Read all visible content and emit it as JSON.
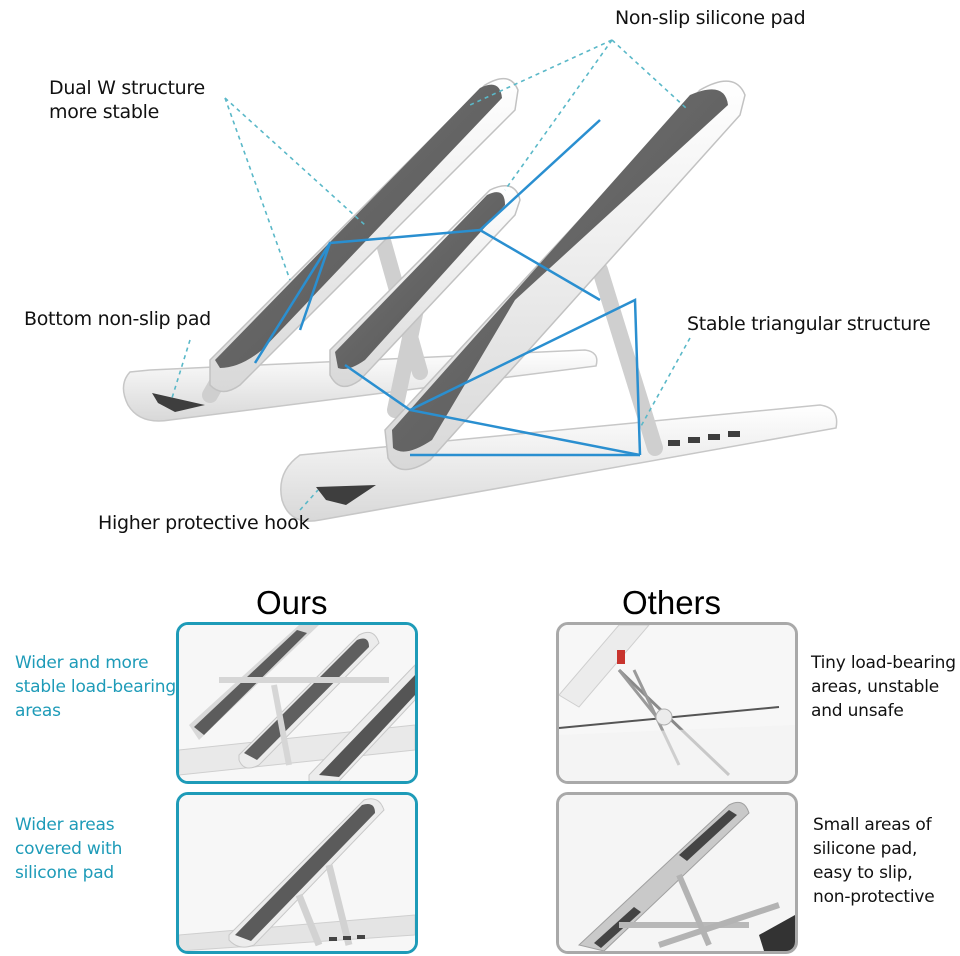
{
  "callouts": {
    "non_slip_silicone_pad": "Non-slip silicone pad",
    "dual_w_structure": [
      "Dual W structure",
      "more stable"
    ],
    "bottom_non_slip_pad": "Bottom non-slip pad",
    "stable_triangular_structure": "Stable triangular structure",
    "higher_protective_hook": "Higher protective hook"
  },
  "comparison": {
    "ours_heading": "Ours",
    "others_heading": "Others",
    "ours_notes": [
      [
        "Wider and more",
        "stable load-bearing",
        "areas"
      ],
      [
        "Wider areas",
        "covered with",
        "silicone pad"
      ]
    ],
    "others_notes": [
      [
        "Tiny load-bearing",
        "areas, unstable",
        "and unsafe"
      ],
      [
        "Small areas of",
        "silicone pad,",
        "easy to slip,",
        "non-protective"
      ]
    ]
  },
  "colors": {
    "accent_teal": "#1e9bb8",
    "panel_gray_border": "#a9a9a9",
    "callout_line": "#5ab8c8",
    "frame_blue": "#2a8fd0",
    "pad_gray": "#6b6b6b",
    "stand_white": "#f2f2f2"
  }
}
